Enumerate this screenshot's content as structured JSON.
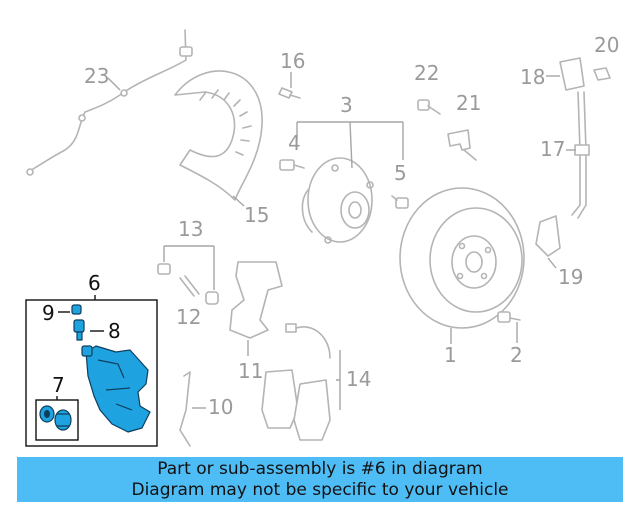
{
  "banner": {
    "line1": "Part or sub-assembly is #6 in diagram",
    "line2": "Diagram may not be specific to your vehicle",
    "color": "#4fbdf5"
  },
  "highlight_color": "#1fa2e0",
  "callouts": {
    "c1": "1",
    "c2": "2",
    "c3": "3",
    "c4": "4",
    "c5": "5",
    "c6": "6",
    "c7": "7",
    "c8": "8",
    "c9": "9",
    "c10": "10",
    "c11": "11",
    "c12": "12",
    "c13": "13",
    "c14": "14",
    "c15": "15",
    "c16": "16",
    "c17": "17",
    "c18": "18",
    "c19": "19",
    "c20": "20",
    "c21": "21",
    "c22": "22",
    "c23": "23"
  }
}
